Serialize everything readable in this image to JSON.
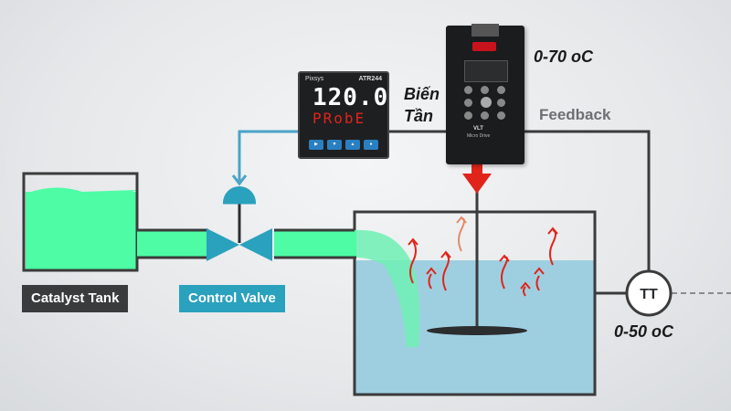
{
  "labels": {
    "catalyst_tank": "Catalyst Tank",
    "control_valve": "Control Valve",
    "vfd_line1": "Biến",
    "vfd_line2": "Tần",
    "vfd_range": "0-70 oC",
    "feedback": "Feedback",
    "transmitter": "TT",
    "tt_range": "0-50 oC"
  },
  "controller": {
    "brand": "Pixsys",
    "model": "ATR244",
    "pv": "120.0",
    "sv": "PRobE"
  },
  "vfd": {
    "brand": "VLT",
    "subtitle": "Micro Drive"
  },
  "colors": {
    "liquid_green": "#4dfca5",
    "valve_blue": "#2aa1bd",
    "signal_line": "#4aa3c8",
    "tank_water": "#9ecfe0",
    "arrow_red": "#e0241b"
  }
}
